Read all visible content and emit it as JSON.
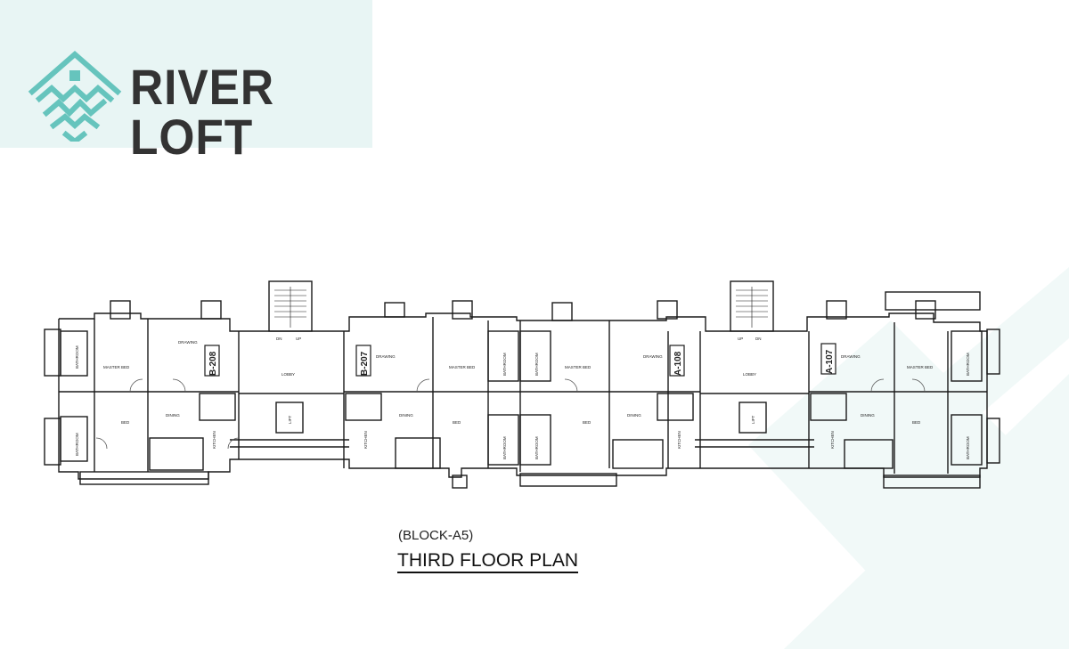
{
  "brand": {
    "name": "RIVER LOFT",
    "accent": "#66c4bd",
    "panel_bg": "#e8f5f4",
    "text_color": "#333333"
  },
  "plan": {
    "block": "(BLOCK-A5)",
    "title": "THIRD FLOOR PLAN",
    "units": [
      {
        "id": "B-208"
      },
      {
        "id": "B-207"
      },
      {
        "id": "A-108"
      },
      {
        "id": "A-107"
      }
    ],
    "room_labels": {
      "master_bed": "MASTER BED",
      "drawing": "DRAWING",
      "dining": "DINING",
      "bed": "BED",
      "lobby": "LOBBY",
      "lift": "LIFT",
      "kitchen": "KITCHEN",
      "bathroom": "BATHROOM",
      "dn": "DN",
      "up": "UP"
    }
  }
}
